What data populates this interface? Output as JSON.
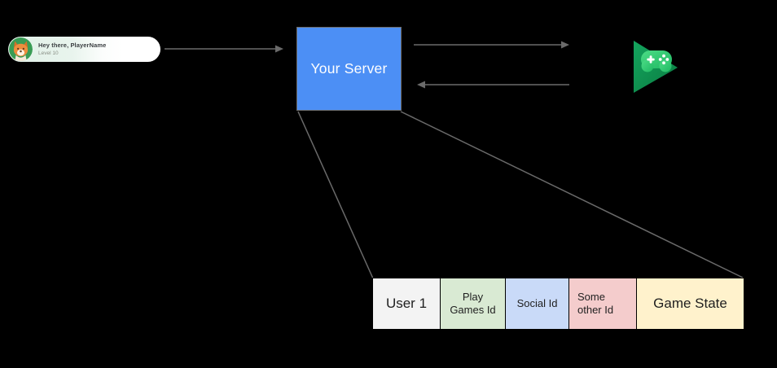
{
  "diagram": {
    "player_banner": {
      "greeting": "Hey there, PlayerName",
      "level": "Level 10",
      "avatar": "fox-avatar",
      "colors": {
        "tint": "#e2f1e8",
        "greeting_text": "#3c4043",
        "level_text": "#8a9086",
        "avatar_bg": "#3a9c55"
      }
    },
    "server": {
      "label": "Your Server",
      "bg_color": "#4c8ff5",
      "text_color": "#ffffff"
    },
    "play_games": {
      "icon": "google-play-games-icon",
      "triangle_color": "#0f9d58",
      "gamepad_color": "#2ec96f"
    },
    "connectors": {
      "color": "#6a6a6a",
      "items": [
        {
          "name": "banner-to-server",
          "direction": "right"
        },
        {
          "name": "server-to-play-games",
          "direction": "right"
        },
        {
          "name": "play-games-to-server",
          "direction": "left"
        },
        {
          "name": "server-to-table-left",
          "direction": "none"
        },
        {
          "name": "server-to-table-right",
          "direction": "none"
        }
      ]
    },
    "table": {
      "border_color": "#000000",
      "text_color": "#1f1f1f",
      "cells": [
        {
          "label": "User 1",
          "bg": "#f3f3f3"
        },
        {
          "label": "Play Games Id",
          "bg": "#d9ead3"
        },
        {
          "label": "Social Id",
          "bg": "#c9daf8"
        },
        {
          "label": "Some other Id",
          "bg": "#f4cccc"
        },
        {
          "label": "Game State",
          "bg": "#fff2cc"
        }
      ]
    }
  }
}
